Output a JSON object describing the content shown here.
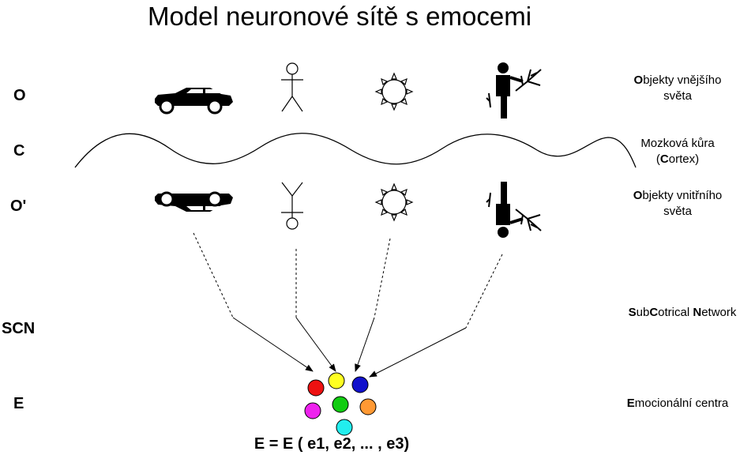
{
  "title": "Model neuronové sítě s emocemi",
  "rows": {
    "o": "O",
    "c": "C",
    "o_prime": "O'",
    "scn": "SCN",
    "e": "E"
  },
  "side_labels": {
    "outer_objects": {
      "bold": "O",
      "rest_line1": "bjekty vnějšího",
      "line2": "světa"
    },
    "cortex": {
      "line1": "Mozková kůra",
      "paren_open": "(",
      "bold": "C",
      "rest": "ortex)"
    },
    "inner_objects": {
      "bold": "O",
      "rest_line1": "bjekty vnitřního",
      "line2": "světa"
    },
    "scn": {
      "b1": "S",
      "t1": "ub",
      "b2": "C",
      "t2": "otrical ",
      "b3": "N",
      "t3": "etwork"
    },
    "emotion": {
      "bold": "E",
      "rest": "mocionální centra"
    }
  },
  "objects": [
    "car-icon",
    "person-icon",
    "sun-icon",
    "tree-person-icon"
  ],
  "emotion_colors": [
    "#ee1111",
    "#ffff22",
    "#1111cc",
    "#ee22ee",
    "#11cc11",
    "#ff9933",
    "#22eeee"
  ],
  "formula": "E = E ( e1, e2, ... , e3)"
}
